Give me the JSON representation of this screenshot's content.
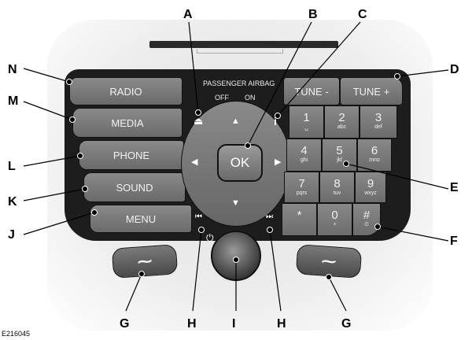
{
  "figure_id": "E216045",
  "panel_text": {
    "airbag": "PASSENGER AIRBAG",
    "off": "OFF",
    "on": "ON"
  },
  "left_buttons": [
    "RADIO",
    "MEDIA",
    "PHONE",
    "SOUND",
    "MENU"
  ],
  "tune": {
    "minus": "TUNE -",
    "plus": "TUNE +"
  },
  "keypad": [
    {
      "n": "1",
      "s": "␣"
    },
    {
      "n": "2",
      "s": "abc"
    },
    {
      "n": "3",
      "s": "def"
    },
    {
      "n": "4",
      "s": "ghi"
    },
    {
      "n": "5",
      "s": "jkl"
    },
    {
      "n": "6",
      "s": "mno"
    },
    {
      "n": "7",
      "s": "pqrs"
    },
    {
      "n": "8",
      "s": "tuv"
    },
    {
      "n": "9",
      "s": "wxyz"
    },
    {
      "n": "*",
      "s": ""
    },
    {
      "n": "0",
      "s": "+"
    },
    {
      "n": "#",
      "s": "clock"
    }
  ],
  "center": {
    "ok": "OK",
    "info": "i",
    "eject": "⏏",
    "up": "▲",
    "down": "▼",
    "left": "◀",
    "right": "▶",
    "prev": "⏮",
    "next": "⏭",
    "power": "⏻"
  },
  "callouts": [
    "A",
    "B",
    "C",
    "D",
    "E",
    "F",
    "G",
    "H",
    "I",
    "H",
    "G",
    "J",
    "K",
    "L",
    "M",
    "N"
  ]
}
